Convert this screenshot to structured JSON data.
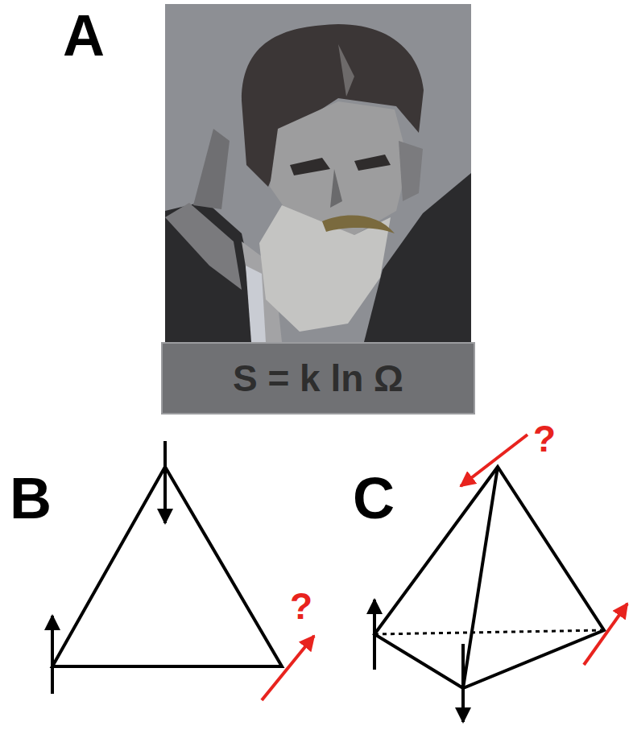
{
  "diagram": {
    "nodes": [
      {
        "text": [
          "S = k ln Ω"
        ]
      }
    ],
    "labels": [
      "A",
      "B",
      "C",
      "?",
      "?"
    ]
  }
}
